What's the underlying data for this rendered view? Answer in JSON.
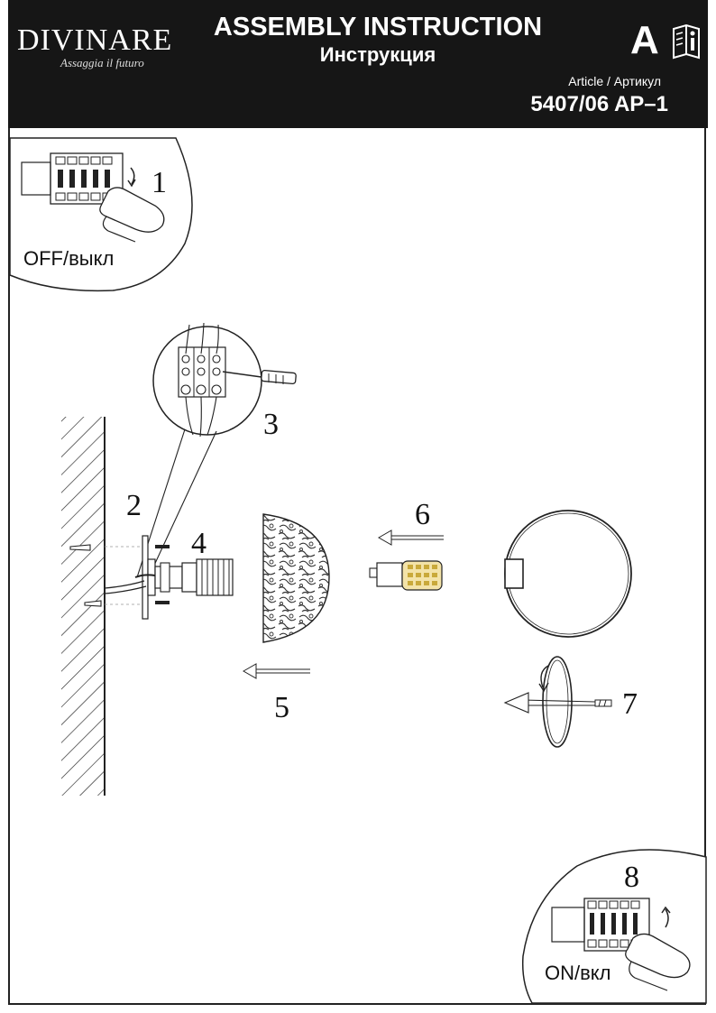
{
  "header": {
    "brand_name": "DIVINARE",
    "brand_tagline": "Assaggia il futuro",
    "title_en": "ASSEMBLY INSTRUCTION",
    "title_ru": "Инструкция",
    "section_letter": "A",
    "article_label": "Article / Артикул",
    "article_number": "5407/06 AP–1"
  },
  "steps": {
    "s1": "1",
    "s2": "2",
    "s3": "3",
    "s4": "4",
    "s5": "5",
    "s6": "6",
    "s7": "7",
    "s8": "8"
  },
  "labels": {
    "off": "OFF/выкл",
    "on": "ON/вкл"
  },
  "icons": {
    "info": "info-book-icon",
    "screwdriver": "screwdriver-icon",
    "hand": "hand-icon",
    "rotation": "rotation-arrow-icon"
  }
}
